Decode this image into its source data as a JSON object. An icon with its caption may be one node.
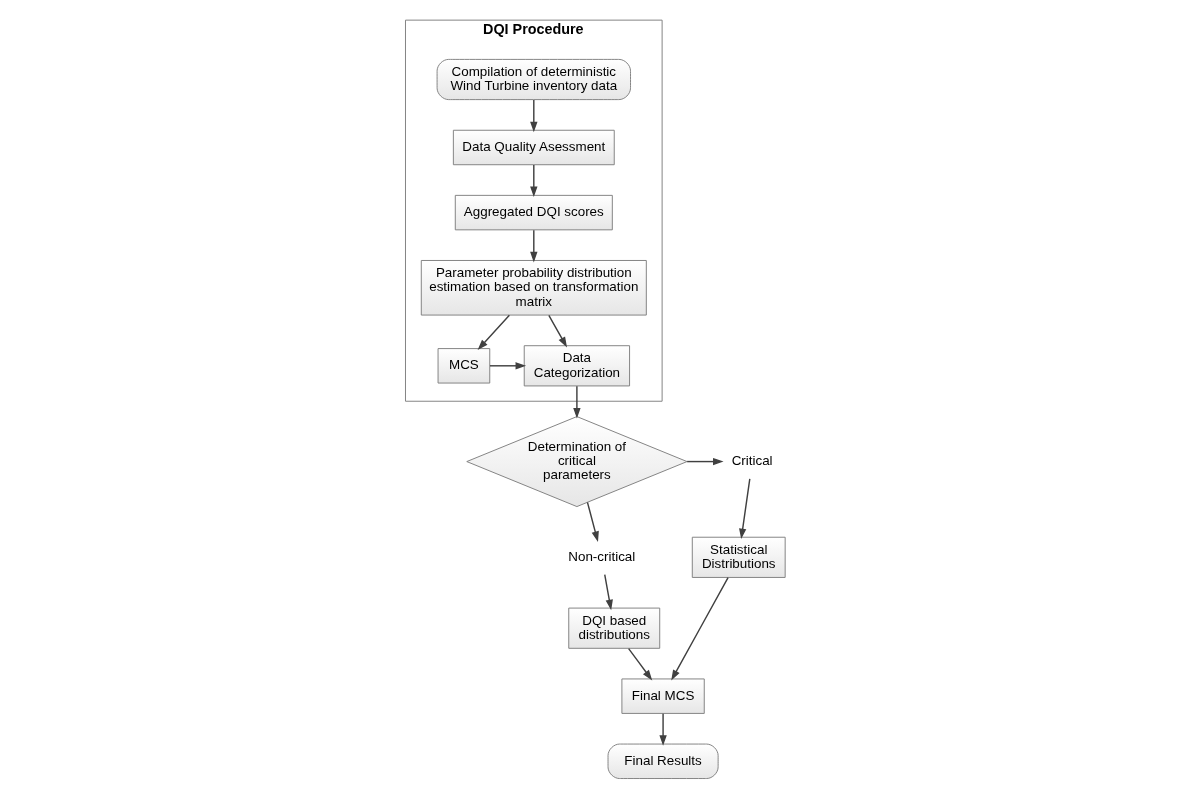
{
  "diagram": {
    "nodes": [
      {
        "text": [
          "DQI Procedure"
        ]
      },
      {
        "text": [
          "Compilation of deterministic Wind Turbine inventory data"
        ],
        "in": 0
      },
      {
        "text": [
          "Data Quality Asessment"
        ],
        "in": 0
      },
      {
        "text": [
          "Aggregated DQI scores"
        ],
        "in": 0
      },
      {
        "text": [
          "Parameter probability distribution estimation based on transformation matrix"
        ],
        "in": 0
      },
      {
        "text": [
          "MCS"
        ],
        "in": 0
      },
      {
        "text": [
          "Data Categorization"
        ],
        "in": 0
      },
      {
        "text": [
          "Determination of critical parameters"
        ]
      },
      {
        "text": [
          "Critical"
        ]
      },
      {
        "text": [
          "Non-critical"
        ]
      },
      {
        "text": [
          "Statistical Distributions"
        ]
      },
      {
        "text": [
          "DQI based distributions"
        ]
      },
      {
        "text": [
          "Final MCS"
        ]
      },
      {
        "text": [
          "Final Results"
        ]
      }
    ],
    "edges": [
      {
        "from": 1,
        "to": 2,
        "arrow": "to"
      },
      {
        "from": 2,
        "to": 3,
        "arrow": "to"
      },
      {
        "from": 3,
        "to": 4,
        "arrow": "to"
      },
      {
        "from": 4,
        "to": 5,
        "arrow": "to"
      },
      {
        "from": 4,
        "to": 6,
        "arrow": "to"
      },
      {
        "from": 5,
        "to": 6,
        "arrow": "to"
      },
      {
        "from": 6,
        "to": 7,
        "arrow": "to"
      },
      {
        "from": 7,
        "to": 8,
        "arrow": "to"
      },
      {
        "from": 7,
        "to": 9,
        "arrow": "to"
      },
      {
        "from": 8,
        "to": 10,
        "arrow": "to"
      },
      {
        "from": 9,
        "to": 11,
        "arrow": "to"
      },
      {
        "from": 11,
        "to": 12,
        "arrow": "to"
      },
      {
        "from": 10,
        "to": 12,
        "arrow": "to"
      },
      {
        "from": 12,
        "to": 13,
        "arrow": "to"
      }
    ]
  }
}
